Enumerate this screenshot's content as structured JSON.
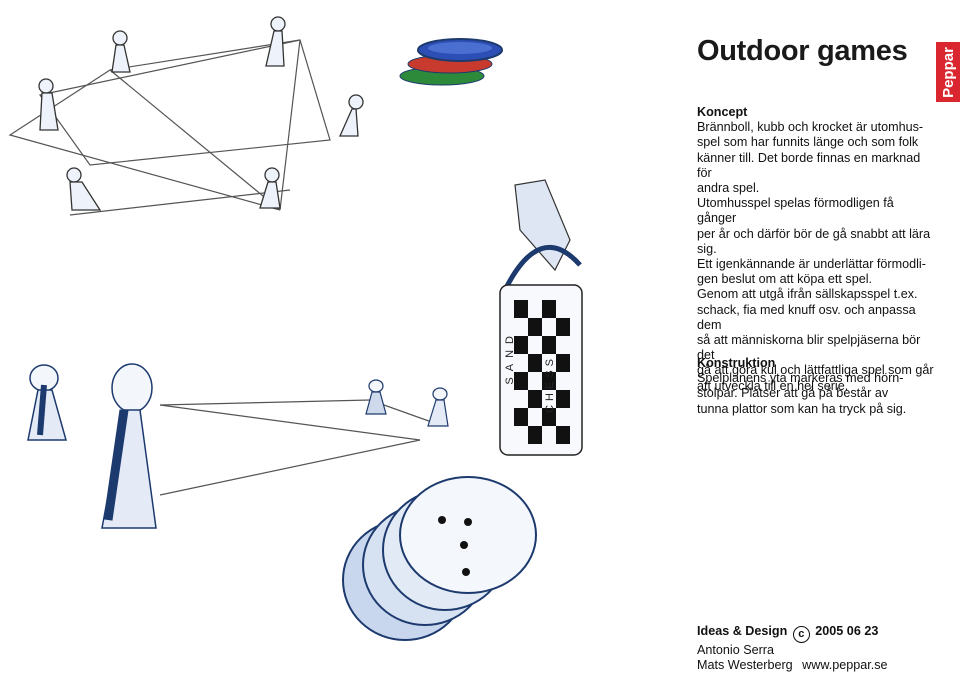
{
  "brand": "Peppar",
  "title": "Outdoor games",
  "concept": {
    "heading": "Koncept",
    "lines": [
      "Brännboll, kubb och krocket är utomhus-",
      "spel som har funnits länge och som folk",
      "känner till. Det borde finnas en marknad för",
      "andra spel.",
      "Utomhusspel spelas förmodligen få gånger",
      "per år och därför bör de gå snabbt att lära",
      "sig.",
      "Ett igenkännande är underlättar förmodli-",
      "gen beslut om att köpa ett spel.",
      "Genom att utgå ifrån sällskapsspel t.ex.",
      "schack, fia med knuff osv. och anpassa dem",
      "så att människorna blir spelpjäserna bör det",
      "gå att göra kul och lättfattliga spel som går",
      "att utveckla till en hel serie."
    ]
  },
  "construction": {
    "heading": "Konstruktion",
    "lines": [
      "Spelplanens yta markeras med hörn-",
      "stolpar. Platser att gå på består av",
      "tunna plattor som kan ha tryck på sig."
    ]
  },
  "credits": {
    "label": "Ideas & Design",
    "copyright": "c",
    "date": "2005 06 23",
    "author1": "Antonio Serra",
    "author2": "Mats Westerberg",
    "website": "www.peppar.se"
  },
  "bag_text": {
    "word1": "SAND",
    "word2": "CHESS"
  },
  "colors": {
    "brand_red": "#d9262f",
    "ink_blue": "#1d3a6e",
    "disc_blue": "#2d4fb5",
    "disc_red": "#c83a2e",
    "disc_green": "#2d8a3a"
  }
}
